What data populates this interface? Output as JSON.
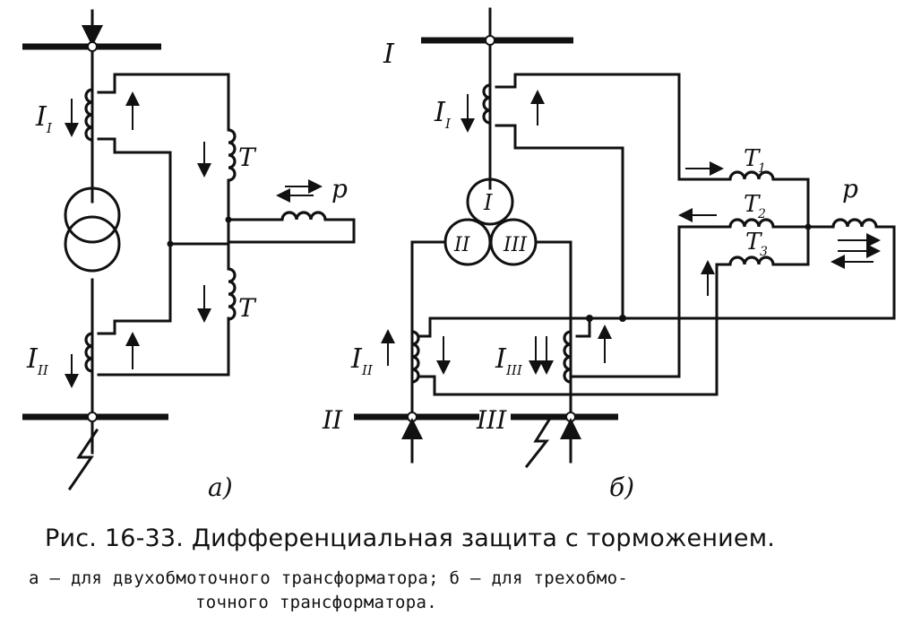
{
  "caption": {
    "title": "Рис. 16-33. Дифференциальная защита с торможением.",
    "line1": "а — для двухобмоточного трансформатора; б — для трехобмо-",
    "line2": "точного трансформатора."
  },
  "diagram_a": {
    "sublabel": "а)",
    "ct_top": "I",
    "ct_top_sub": "I",
    "ct_bottom": "I",
    "ct_bottom_sub": "II",
    "restraint_top": "T",
    "restraint_bottom": "T",
    "relay": "p"
  },
  "diagram_b": {
    "sublabel": "б)",
    "bus_1": "I",
    "bus_2": "II",
    "bus_3": "III",
    "winding_1": "I",
    "winding_2": "II",
    "winding_3": "III",
    "ct_1": "I",
    "ct_1_sub": "I",
    "ct_2": "I",
    "ct_2_sub": "II",
    "ct_3": "I",
    "ct_3_sub": "III",
    "t1": "T",
    "t1_sub": "1",
    "t2": "T",
    "t2_sub": "2",
    "t3": "T",
    "t3_sub": "3",
    "relay": "p"
  }
}
